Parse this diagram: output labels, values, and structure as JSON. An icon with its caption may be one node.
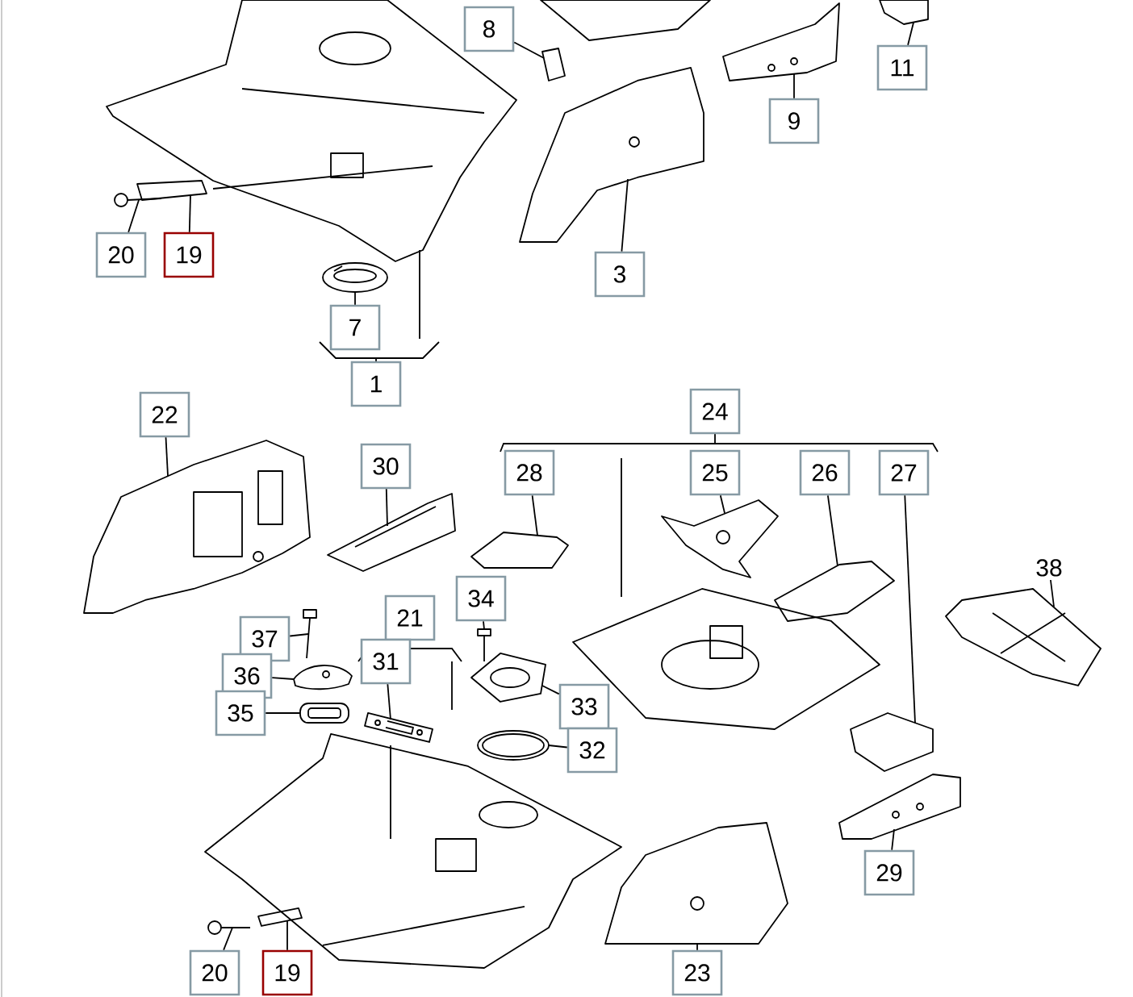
{
  "diagram": {
    "nodes": [
      {
        "text": [
          "8"
        ]
      },
      {
        "text": [
          "11"
        ]
      },
      {
        "text": [
          "9"
        ]
      },
      {
        "text": [
          "3"
        ]
      },
      {
        "text": [
          "20"
        ]
      },
      {
        "text": [
          "19"
        ]
      },
      {
        "text": [
          "7"
        ]
      },
      {
        "text": [
          "1"
        ]
      },
      {
        "text": [
          "24"
        ]
      },
      {
        "text": [
          "22"
        ]
      },
      {
        "text": [
          "30"
        ]
      },
      {
        "text": [
          "28"
        ]
      },
      {
        "text": [
          "25"
        ]
      },
      {
        "text": [
          "26"
        ]
      },
      {
        "text": [
          "27"
        ]
      },
      {
        "text": [
          "38"
        ]
      },
      {
        "text": [
          "34"
        ]
      },
      {
        "text": [
          "21"
        ]
      },
      {
        "text": [
          "37"
        ]
      },
      {
        "text": [
          "31"
        ]
      },
      {
        "text": [
          "36"
        ]
      },
      {
        "text": [
          "33"
        ]
      },
      {
        "text": [
          "35"
        ]
      },
      {
        "text": [
          "32"
        ]
      },
      {
        "text": [
          "29"
        ]
      },
      {
        "text": [
          "23"
        ]
      },
      {
        "text": [
          "20"
        ]
      },
      {
        "text": [
          "19"
        ]
      },
      {
        "text": [],
        "shape": "picture"
      },
      {
        "text": [],
        "shape": "picture"
      },
      {
        "text": [],
        "shape": "picture"
      },
      {
        "text": [],
        "shape": "picture"
      },
      {
        "text": [],
        "shape": "picture"
      },
      {
        "text": [],
        "shape": "picture"
      },
      {
        "text": [],
        "shape": "picture"
      },
      {
        "text": [],
        "shape": "picture"
      },
      {
        "text": [],
        "shape": "picture"
      },
      {
        "text": [],
        "shape": "picture"
      },
      {
        "text": [],
        "shape": "picture"
      },
      {
        "text": [],
        "shape": "picture"
      },
      {
        "text": [],
        "shape": "picture"
      },
      {
        "text": [],
        "shape": "picture"
      },
      {
        "text": [],
        "shape": "picture"
      },
      {
        "text": [],
        "shape": "picture"
      },
      {
        "text": [],
        "shape": "picture"
      },
      {
        "text": [],
        "shape": "picture"
      },
      {
        "text": [],
        "shape": "picture"
      },
      {
        "text": [],
        "shape": "picture"
      },
      {
        "text": [],
        "shape": "picture"
      },
      {
        "text": [],
        "shape": "picture"
      },
      {
        "text": [],
        "shape": "picture"
      },
      {
        "text": [],
        "shape": "picture"
      },
      {
        "text": [],
        "shape": "picture"
      }
    ],
    "edges": [
      {
        "from": 0,
        "to": 28,
        "arrow": "none"
      },
      {
        "from": 1,
        "to": 29,
        "arrow": "none"
      },
      {
        "from": 2,
        "to": 30,
        "arrow": "none"
      },
      {
        "from": 3,
        "to": 31,
        "arrow": "none"
      },
      {
        "from": 4,
        "to": 32,
        "arrow": "none"
      },
      {
        "from": 5,
        "to": 33,
        "arrow": "none"
      },
      {
        "from": 6,
        "to": 34,
        "arrow": "none"
      },
      {
        "from": 9,
        "to": 35,
        "arrow": "none"
      },
      {
        "from": 10,
        "to": 36,
        "arrow": "none"
      },
      {
        "from": 11,
        "to": 37,
        "arrow": "none"
      },
      {
        "from": 12,
        "to": 38,
        "arrow": "none"
      },
      {
        "from": 13,
        "to": 39,
        "arrow": "none"
      },
      {
        "from": 14,
        "to": 40,
        "arrow": "none"
      },
      {
        "from": 15,
        "to": 41,
        "arrow": "none"
      },
      {
        "from": 16,
        "to": 42,
        "arrow": "none"
      },
      {
        "from": 18,
        "to": 43,
        "arrow": "none"
      },
      {
        "from": 19,
        "to": 44,
        "arrow": "none"
      },
      {
        "from": 20,
        "to": 45,
        "arrow": "none"
      },
      {
        "from": 21,
        "to": 46,
        "arrow": "none"
      },
      {
        "from": 22,
        "to": 47,
        "arrow": "none"
      },
      {
        "from": 23,
        "to": 48,
        "arrow": "none"
      },
      {
        "from": 24,
        "to": 49,
        "arrow": "none"
      },
      {
        "from": 25,
        "to": 50,
        "arrow": "none"
      },
      {
        "from": 26,
        "to": 51,
        "arrow": "none"
      },
      {
        "from": 27,
        "to": 52,
        "arrow": "none"
      }
    ]
  }
}
